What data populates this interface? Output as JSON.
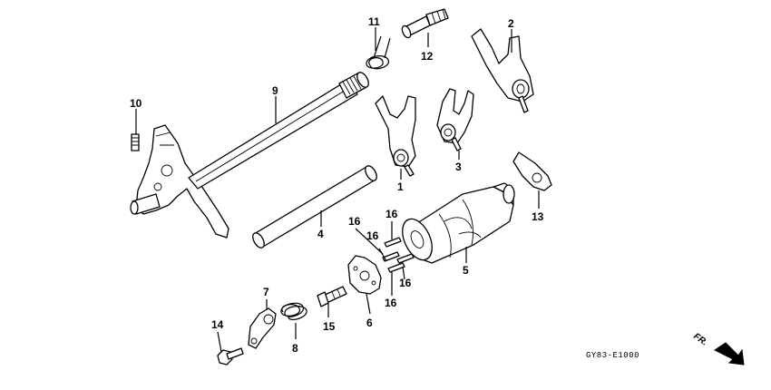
{
  "diagram": {
    "callouts": [
      {
        "id": "c1",
        "text": "1"
      },
      {
        "id": "c2",
        "text": "2"
      },
      {
        "id": "c3",
        "text": "3"
      },
      {
        "id": "c4",
        "text": "4"
      },
      {
        "id": "c5",
        "text": "5"
      },
      {
        "id": "c6",
        "text": "6"
      },
      {
        "id": "c7",
        "text": "7"
      },
      {
        "id": "c8",
        "text": "8"
      },
      {
        "id": "c9",
        "text": "9"
      },
      {
        "id": "c10",
        "text": "10"
      },
      {
        "id": "c11",
        "text": "11"
      },
      {
        "id": "c12",
        "text": "12"
      },
      {
        "id": "c13",
        "text": "13"
      },
      {
        "id": "c14",
        "text": "14"
      },
      {
        "id": "c15",
        "text": "15"
      },
      {
        "id": "c16a",
        "text": "16"
      },
      {
        "id": "c16b",
        "text": "16"
      },
      {
        "id": "c16c",
        "text": "16"
      },
      {
        "id": "c16d",
        "text": "16"
      }
    ],
    "drawing_code": "GY83-E1000",
    "direction_label": "FR."
  }
}
